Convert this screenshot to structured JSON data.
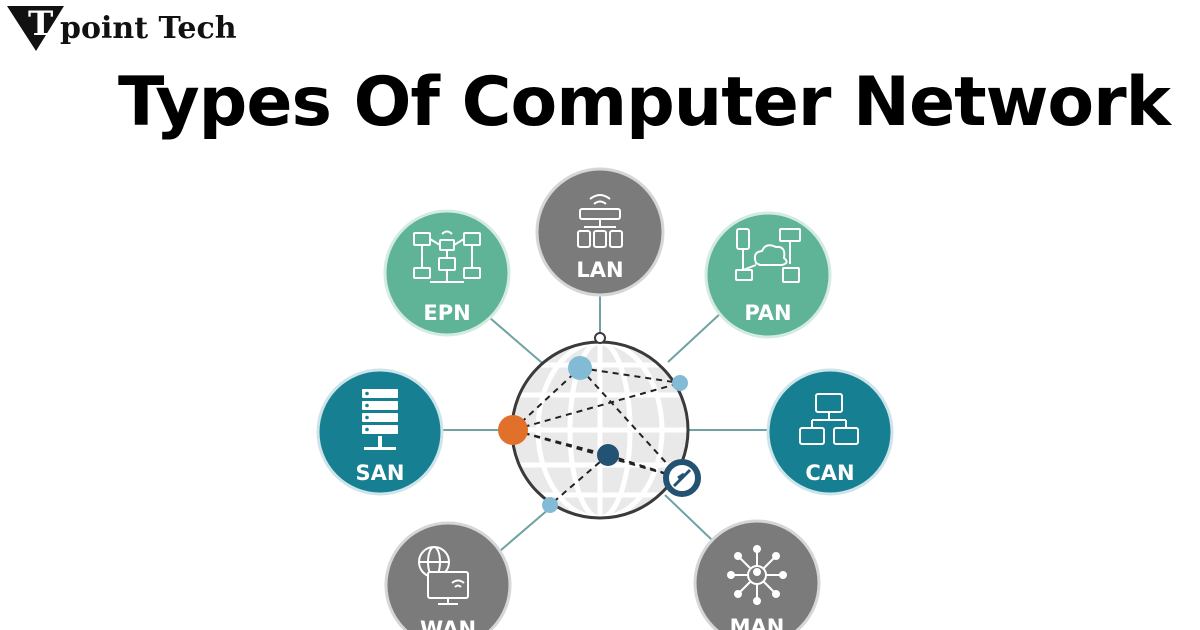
{
  "brand": {
    "name": "point Tech",
    "logo_letter": "T"
  },
  "title": "Types Of Computer Network",
  "colors": {
    "teal_light": "#5fb397",
    "teal_dark": "#167f92",
    "gray": "#7b7b7b",
    "orange": "#e0702a",
    "navy": "#245272",
    "light_blue": "#83bbd7",
    "line": "#6fa3a3"
  },
  "nodes": [
    {
      "key": "lan",
      "label": "LAN",
      "color": "gray",
      "icon": "router-devices-icon"
    },
    {
      "key": "pan",
      "label": "PAN",
      "color": "teal_light",
      "icon": "cloud-devices-icon"
    },
    {
      "key": "can",
      "label": "CAN",
      "color": "teal_dark",
      "icon": "campus-network-icon"
    },
    {
      "key": "man",
      "label": "MAN",
      "color": "gray",
      "icon": "hub-network-icon"
    },
    {
      "key": "wan",
      "label": "WAN",
      "color": "gray",
      "icon": "globe-monitor-icon"
    },
    {
      "key": "san",
      "label": "SAN",
      "color": "teal_dark",
      "icon": "server-rack-icon"
    },
    {
      "key": "epn",
      "label": "EPN",
      "color": "teal_light",
      "icon": "enterprise-network-icon"
    }
  ],
  "hub": {
    "icon": "globe-icon"
  }
}
